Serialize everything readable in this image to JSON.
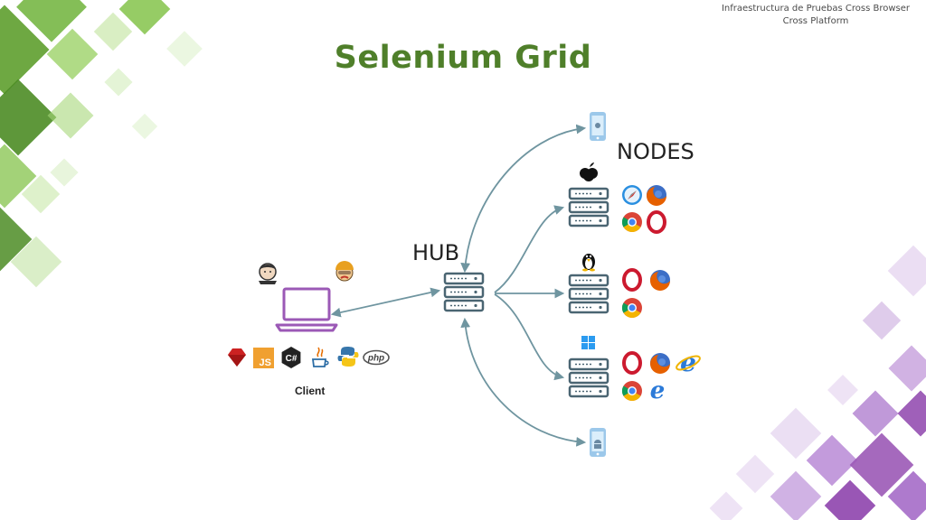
{
  "header": {
    "line1": "Infraestructura de Pruebas Cross Browser",
    "line2": "Cross Platform"
  },
  "title": "Selenium Grid",
  "hub": {
    "label": "HUB"
  },
  "nodes": {
    "label": "NODES",
    "items": [
      {
        "os": "apple-icon",
        "browsers": [
          "safari-icon",
          "firefox-icon",
          "chrome-icon",
          "opera-icon"
        ]
      },
      {
        "os": "linux-tux-icon",
        "browsers": [
          "opera-icon",
          "firefox-icon",
          "chrome-icon"
        ]
      },
      {
        "os": "windows-icon",
        "browsers": [
          "opera-icon",
          "firefox-icon",
          "internet-explorer-icon",
          "chrome-icon",
          "edge-icon"
        ]
      }
    ],
    "devices": [
      "ios-phone-icon",
      "android-phone-icon"
    ]
  },
  "client": {
    "label": "Client",
    "tools": [
      "jenkins-icon",
      "maven-icon"
    ],
    "languages": [
      {
        "icon": "ruby-icon",
        "text": ""
      },
      {
        "icon": "javascript-icon",
        "text": "JS"
      },
      {
        "icon": "csharp-icon",
        "text": "C#"
      },
      {
        "icon": "java-icon",
        "text": ""
      },
      {
        "icon": "python-icon",
        "text": ""
      },
      {
        "icon": "php-icon",
        "text": "php"
      }
    ]
  },
  "colors": {
    "title": "#4f7f2a",
    "arrow": "#6f95a0",
    "server": "#4a6572",
    "laptop": "#9b59b6",
    "green_deco": "#7cbf3f",
    "purple_deco": "#9b59b6"
  }
}
